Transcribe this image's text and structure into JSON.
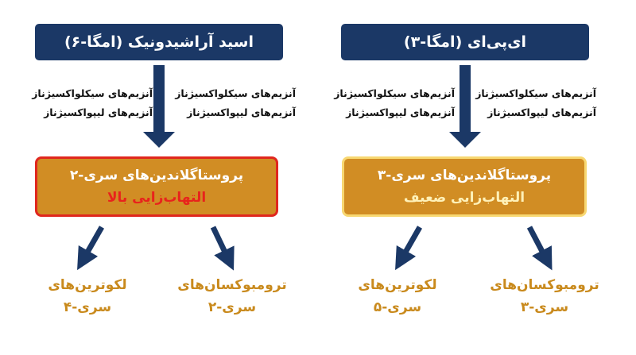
{
  "left": {
    "header": "اسید آراشیدونیک (امگا-۶)",
    "enzymes_a": [
      "آنزیم‌های سیکلواکسیژناز",
      "آنزیم‌های لیپواکسیژناز"
    ],
    "enzymes_b": [
      "آنزیم‌های سیکلواکسیژناز",
      "آنزیم‌های لیپواکسیژناز"
    ],
    "box_title": "پروستاگلاندین‌های سری-۲",
    "box_sub": "التهاب‌زایی بالا",
    "out_left": [
      "لکوترین‌های",
      "سری-۴"
    ],
    "out_right": [
      "ترومبوکسان‌های",
      "سری-۲"
    ]
  },
  "right": {
    "header": "ای‌پی‌ای (امگا-۳)",
    "enzymes_a": [
      "آنزیم‌های سیکلواکسیژناز",
      "آنزیم‌های لیپواکسیژناز"
    ],
    "enzymes_b": [
      "آنزیم‌های سیکلواکسیژناز",
      "آنزیم‌های لیپواکسیژناز"
    ],
    "box_title": "پروستاگلاندین‌های سری-۳",
    "box_sub": "التهاب‌زایی ضعیف",
    "out_left": [
      "لکوترین‌های",
      "سری-۵"
    ],
    "out_right": [
      "ترومبوکسان‌های",
      "سری-۳"
    ]
  },
  "colors": {
    "navy": "#1b3866",
    "box_fill": "#d18d24",
    "red_border": "#e0271e",
    "yellow_border": "#f8d872",
    "output_text": "#c98a1d"
  }
}
